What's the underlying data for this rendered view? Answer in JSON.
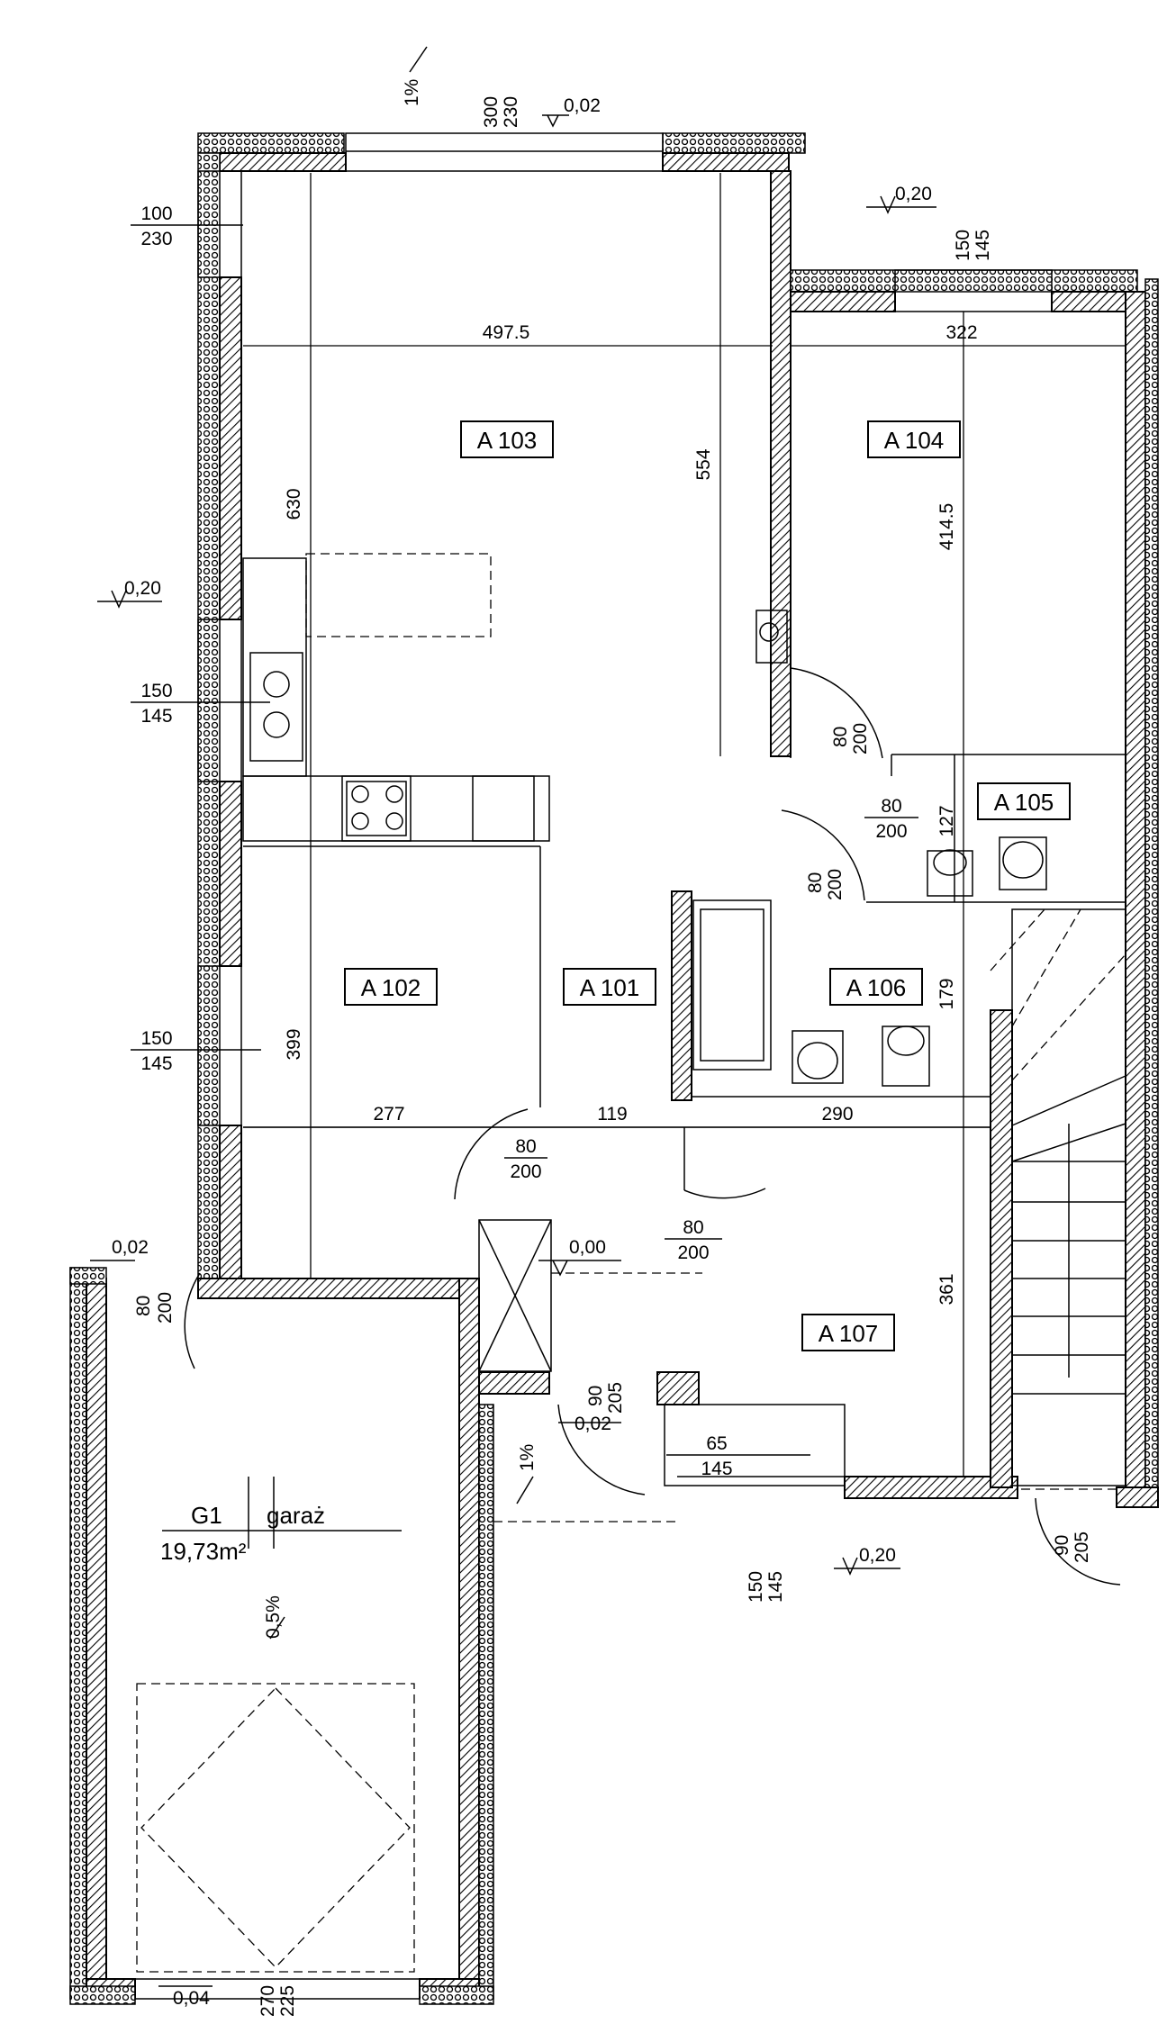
{
  "rooms": {
    "a101": "A 101",
    "a102": "A 102",
    "a103": "A 103",
    "a104": "A 104",
    "a105": "A 105",
    "a106": "A 106",
    "a107": "A 107"
  },
  "garage": {
    "id": "G1",
    "name": "garaż",
    "area": "19,73m²"
  },
  "dimensions": {
    "a103_width": "497.5",
    "a104_width": "322",
    "a103_depth": "554",
    "a104_depth": "414.5",
    "kitchen_depth": "630",
    "a102_depth": "399",
    "a102_width": "277",
    "corridor_width": "119",
    "a106_width": "290",
    "a106_depth": "179",
    "a107_depth": "361",
    "a105_depth": "127"
  },
  "openings": {
    "top_window": [
      "300",
      "230"
    ],
    "a104_window": [
      "150",
      "145"
    ],
    "left_window_top": [
      "100",
      "230"
    ],
    "left_window_mid": [
      "150",
      "145"
    ],
    "left_window_low": [
      "150",
      "145"
    ],
    "door_a104": [
      "80",
      "200"
    ],
    "door_a105": [
      "80",
      "200"
    ],
    "door_a106": [
      "80",
      "200"
    ],
    "door_a102": [
      "80",
      "200"
    ],
    "door_a107": [
      "80",
      "200"
    ],
    "door_garage_side": [
      "80",
      "200"
    ],
    "entrance": [
      "90",
      "205"
    ],
    "hall_window": [
      "65",
      "145"
    ],
    "a107_window": [
      "150",
      "145"
    ],
    "rear_door": [
      "90",
      "205"
    ],
    "garage_gate": [
      "270",
      "225"
    ]
  },
  "levels": {
    "top": "0,02",
    "a104_ext": "0,20",
    "left_ext": "0,20",
    "garage_top": "0,02",
    "zero": "0,00",
    "entrance": "0,02",
    "rear": "0,20",
    "garage_gate": "0,04"
  },
  "slopes": {
    "top": "1%",
    "entrance": "1%",
    "garage": "0,5%"
  }
}
